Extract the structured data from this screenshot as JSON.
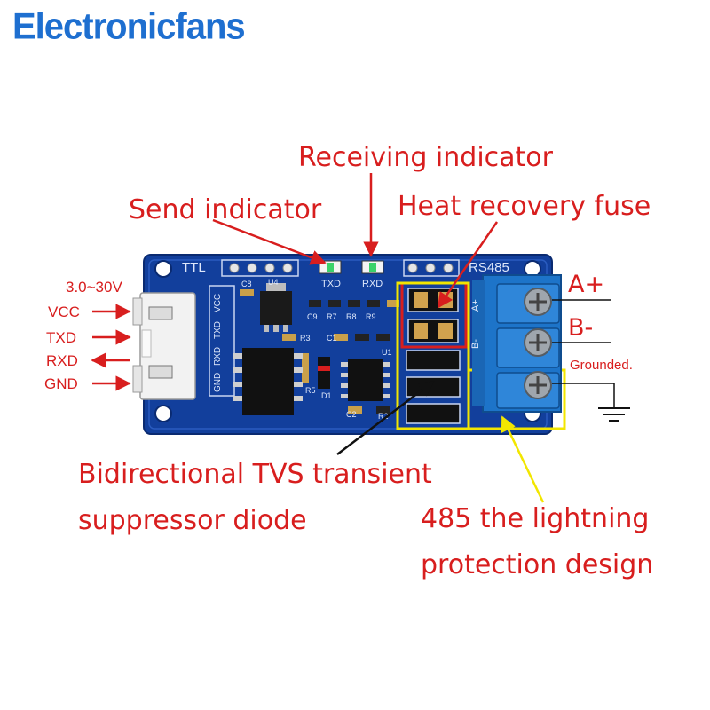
{
  "brand": {
    "name": "Electronicfans",
    "color": "#1e6fd0"
  },
  "colors": {
    "label": "#d81e1e",
    "pcb": "#123f9c",
    "terminal": "#1d74c9",
    "fuse_box": "#d81e1e",
    "protection_box": "#f2e600"
  },
  "board": {
    "ttl_label": "TTL",
    "rs485_label": "RS485",
    "txd_led": "TXD",
    "rxd_led": "RXD",
    "u4": "U4",
    "u1": "U1",
    "c8": "C8",
    "components": [
      "C9",
      "R7",
      "R8",
      "R9",
      "R3",
      "C1",
      "R5",
      "D1",
      "C2",
      "R2"
    ],
    "header_pins": [
      "GND",
      "RXD",
      "TXD",
      "VCC"
    ],
    "side_a": "A+",
    "side_b": "B-"
  },
  "labels": {
    "receiving_indicator": "Receiving indicator",
    "send_indicator": "Send indicator",
    "heat_recovery_fuse": "Heat recovery fuse",
    "tvs_line1": "Bidirectional TVS transient",
    "tvs_line2": "suppressor diode",
    "lightning_line1": "485 the lightning",
    "lightning_line2": "protection design"
  },
  "pins": {
    "voltage": "3.0~30V",
    "vcc": "VCC",
    "txd": "TXD",
    "rxd": "RXD",
    "gnd": "GND"
  },
  "terminals": {
    "a": "A+",
    "b": "B-",
    "ground": "Grounded."
  }
}
